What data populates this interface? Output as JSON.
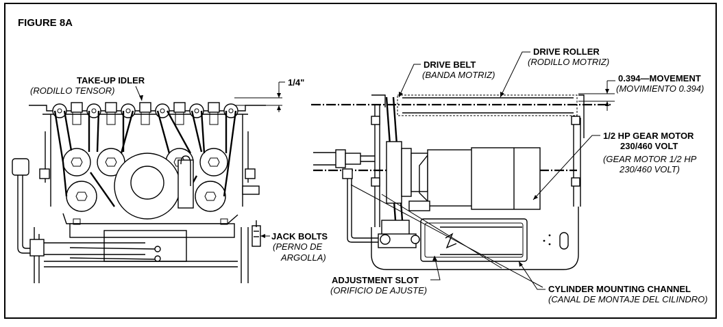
{
  "figure_title": "FIGURE 8A",
  "labels": {
    "take_up_idler": "TAKE-UP IDLER",
    "take_up_idler_es": "(RODILLO TENSOR)",
    "quarter_inch": "1/4\"",
    "jack_bolts": "JACK BOLTS",
    "jack_bolts_es_1": "(PERNO DE",
    "jack_bolts_es_2": "ARGOLLA)",
    "drive_belt": "DRIVE BELT",
    "drive_belt_es": "(BANDA MOTRIZ)",
    "drive_roller": "DRIVE ROLLER",
    "drive_roller_es": "(RODILLO MOTRIZ)",
    "movement": "0.394—MOVEMENT",
    "movement_es": "(MOVIMIENTO 0.394)",
    "gear_motor_1": "1/2 HP GEAR MOTOR",
    "gear_motor_2": "230/460 VOLT",
    "gear_motor_es_1": "(GEAR MOTOR 1/2 HP",
    "gear_motor_es_2": "230/460 VOLT)",
    "adjustment_slot": "ADJUSTMENT SLOT",
    "adjustment_slot_es": "(ORIFICIO DE AJUSTE)",
    "cylinder_channel": "CYLINDER MOUNTING CHANNEL",
    "cylinder_channel_es": "(CANAL DE MONTAJE DEL CILINDRO)"
  }
}
